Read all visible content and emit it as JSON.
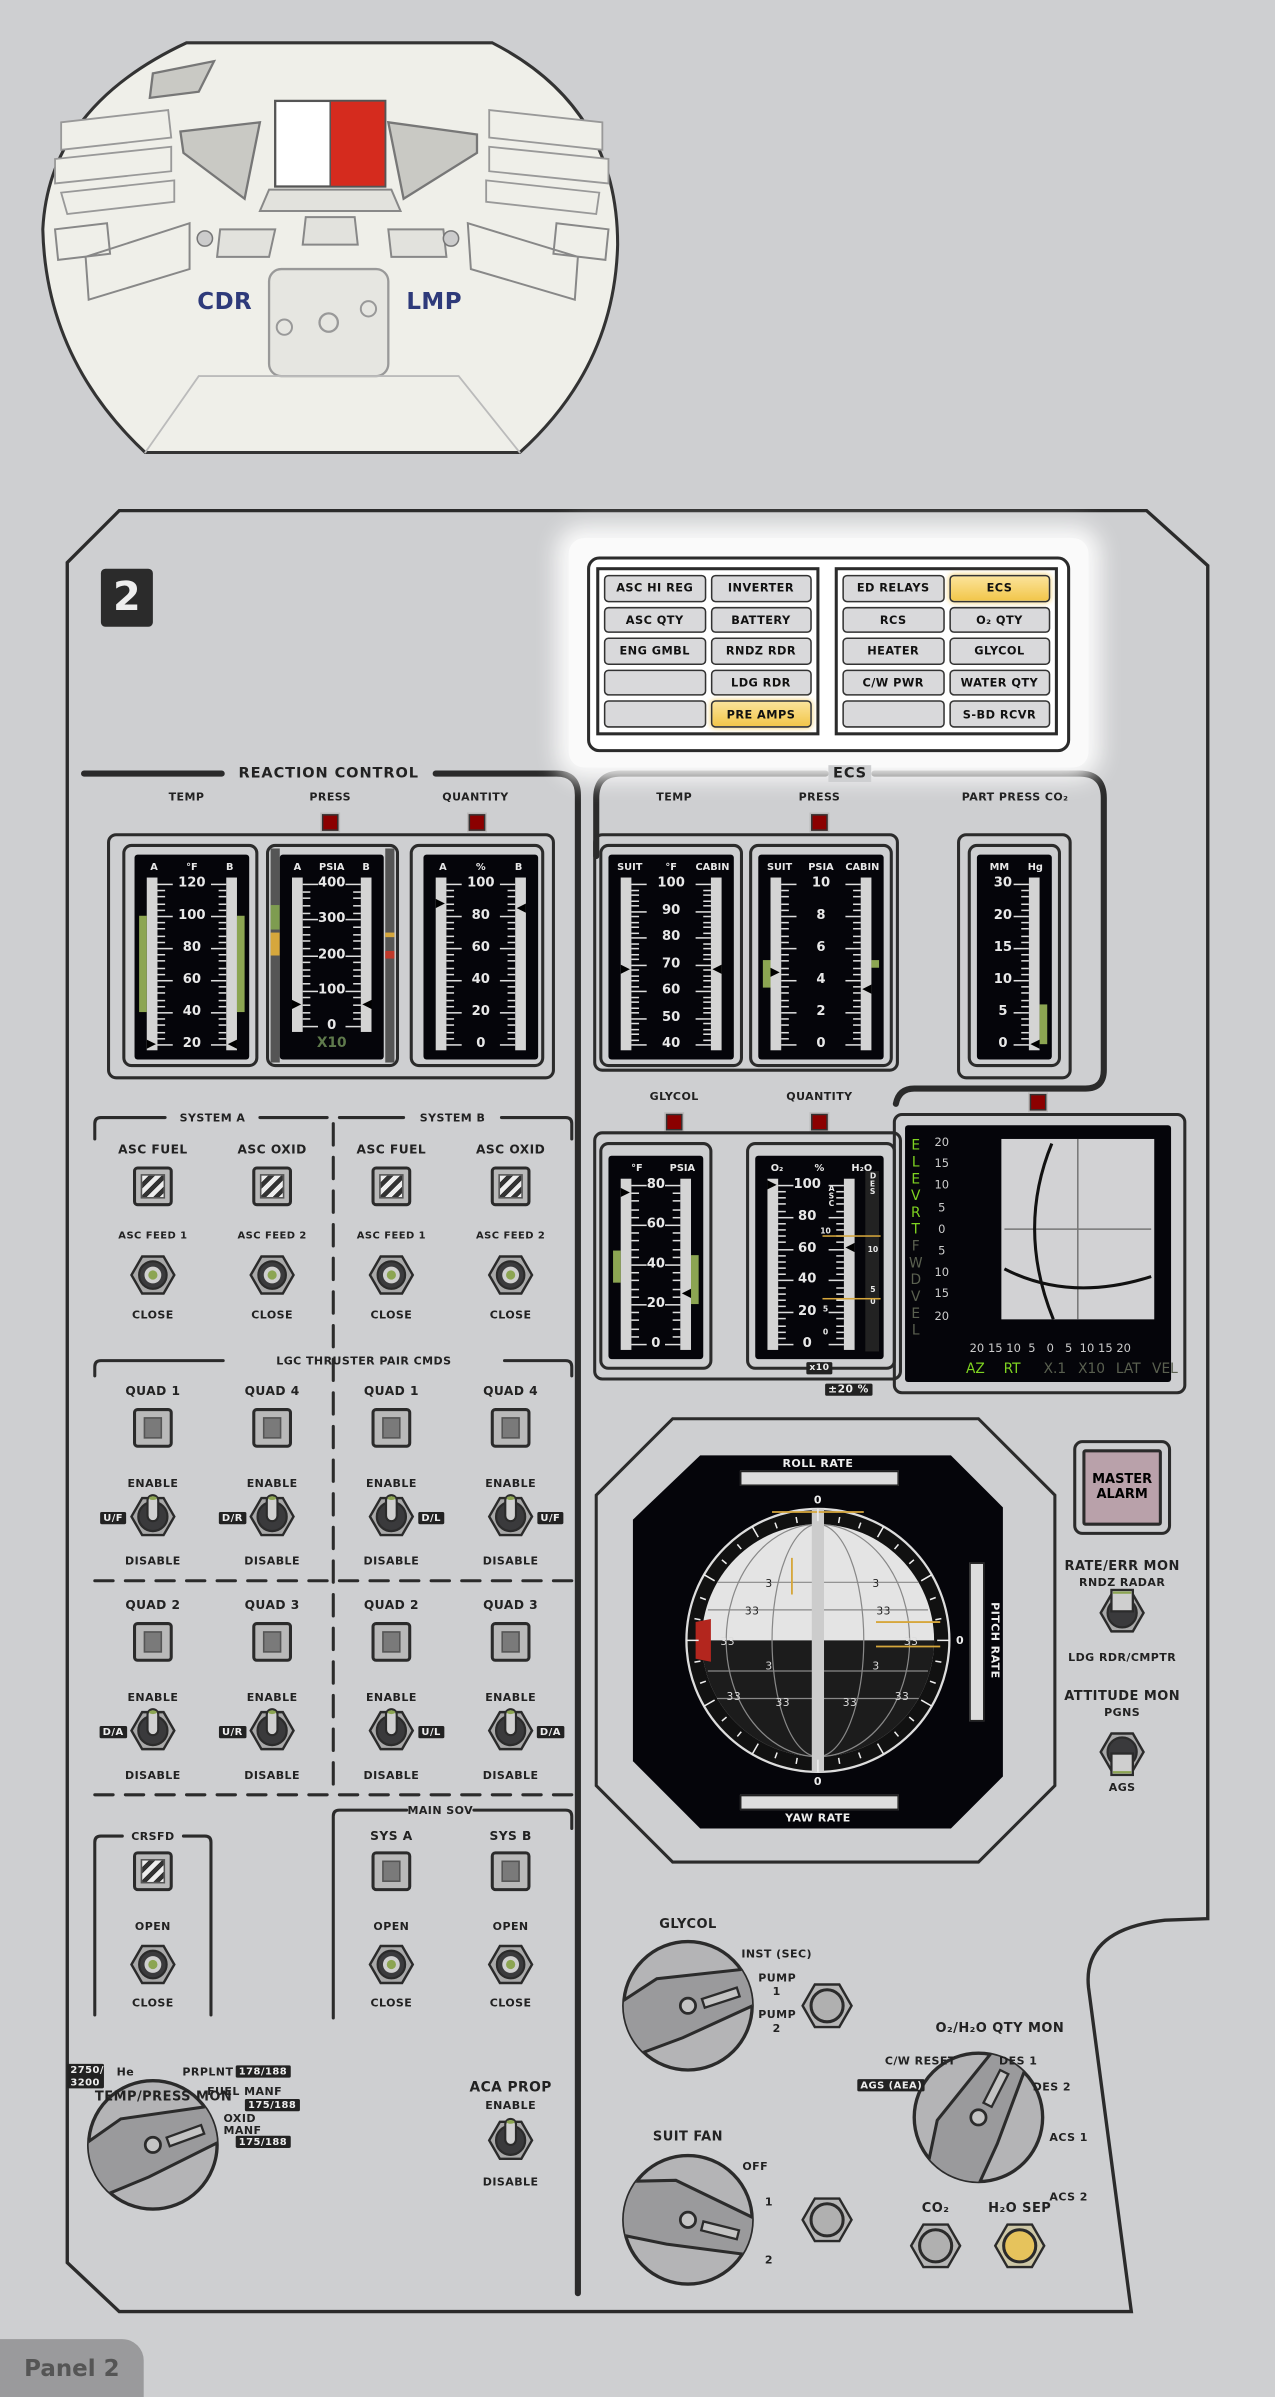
{
  "cockpit": {
    "cdr": "CDR",
    "lmp": "LMP"
  },
  "panel": {
    "number": "2",
    "tab": "Panel 2"
  },
  "colors": {
    "panel": "#cecfd1",
    "line": "#2b2b2b",
    "lit": "#f2c64a",
    "green": "#8ca552",
    "red_light": "#8b0000",
    "cdr_lmp": "#2e3a7a"
  },
  "caution_warning": {
    "left": [
      {
        "label": "ASC HI REG",
        "lit": false
      },
      {
        "label": "INVERTER",
        "lit": false
      },
      {
        "label": "ASC QTY",
        "lit": false
      },
      {
        "label": "BATTERY",
        "lit": false
      },
      {
        "label": "ENG GMBL",
        "lit": false
      },
      {
        "label": "RNDZ RDR",
        "lit": false
      },
      {
        "label": "",
        "lit": false
      },
      {
        "label": "LDG RDR",
        "lit": false
      },
      {
        "label": "",
        "lit": false
      },
      {
        "label": "PRE AMPS",
        "lit": true
      }
    ],
    "right": [
      {
        "label": "ED RELAYS",
        "lit": false
      },
      {
        "label": "ECS",
        "lit": true
      },
      {
        "label": "RCS",
        "lit": false
      },
      {
        "label": "O₂ QTY",
        "lit": false
      },
      {
        "label": "HEATER",
        "lit": false
      },
      {
        "label": "GLYCOL",
        "lit": false
      },
      {
        "label": "C/W PWR",
        "lit": false
      },
      {
        "label": "WATER QTY",
        "lit": false
      },
      {
        "label": "",
        "lit": false
      },
      {
        "label": "S-BD RCVR",
        "lit": false
      }
    ]
  },
  "reaction_control": {
    "title": "REACTION CONTROL",
    "temp": "TEMP",
    "press": "PRESS",
    "quantity": "QUANTITY",
    "gauges": [
      {
        "header": [
          "A",
          "°F",
          "B"
        ],
        "ticks": [
          "120",
          "100",
          "80",
          "60",
          "40",
          "20"
        ],
        "range": [
          20,
          120
        ],
        "left": {
          "pointer": 20,
          "band": [
            40,
            100
          ]
        },
        "right": {
          "pointer": 20,
          "band": [
            40,
            100
          ]
        }
      },
      {
        "header": [
          "A",
          "PSIA",
          "B"
        ],
        "ticks": [
          "400",
          "300",
          "200",
          "100",
          "0"
        ],
        "range": [
          0,
          400
        ],
        "footer": "X10",
        "left": {
          "pointer": 60
        },
        "right": {
          "pointer": 60
        }
      },
      {
        "header": [
          "A",
          "%",
          "B"
        ],
        "ticks": [
          "100",
          "80",
          "60",
          "40",
          "20",
          "0"
        ],
        "range": [
          0,
          100
        ],
        "left": {
          "pointer": 87
        },
        "right": {
          "pointer": 84
        }
      }
    ]
  },
  "ecs": {
    "title": "ECS",
    "temp": "TEMP",
    "press": "PRESS",
    "co2": "PART PRESS CO₂",
    "glycol": "GLYCOL",
    "quantity": "QUANTITY",
    "gauges": [
      {
        "header": [
          "SUIT",
          "°F",
          "CABIN"
        ],
        "ticks": [
          "100",
          "90",
          "80",
          "70",
          "60",
          "50",
          "40"
        ],
        "range": [
          40,
          100
        ],
        "left": {
          "pointer": 68
        },
        "right": {
          "pointer": 68
        }
      },
      {
        "header": [
          "SUIT",
          "PSIA",
          "CABIN"
        ],
        "ticks": [
          "10",
          "8",
          "6",
          "4",
          "2",
          "0"
        ],
        "range": [
          0,
          10
        ],
        "left": {
          "pointer": 4.4,
          "band": [
            3.5,
            5.2
          ]
        },
        "right": {
          "pointer": 3.4,
          "band": [
            4.8,
            5.2
          ]
        }
      },
      {
        "header": [
          "MM",
          "Hg"
        ],
        "ticks": [
          "30",
          "20",
          "15",
          "10",
          "5",
          "0"
        ],
        "range": [
          0,
          30
        ],
        "right": {
          "pointer": 0,
          "band": [
            0,
            7.5
          ]
        }
      },
      {
        "header": [
          "°F",
          "PSIA"
        ],
        "ticks": [
          "80",
          "60",
          "40",
          "20",
          "0"
        ],
        "range": [
          0,
          80
        ],
        "left": {
          "pointer": 76,
          "band": [
            31,
            47
          ]
        },
        "right": {
          "pointer": 25,
          "band": [
            20,
            45
          ]
        }
      },
      {
        "header": [
          "O₂",
          "%",
          "H₂O"
        ],
        "ticks": [
          "100",
          "80",
          "60",
          "40",
          "20",
          "0"
        ],
        "range": [
          0,
          100
        ],
        "footer": "x10",
        "left": {
          "pointer": 100
        },
        "right": {
          "pointer": 60
        },
        "asc": "ASC",
        "des": "DES",
        "asc_scale": [
          "10",
          "5",
          "0"
        ],
        "des_scale": [
          "10",
          "5",
          "0"
        ]
      }
    ],
    "tolerance": "±20 %"
  },
  "cross_pointer": {
    "left_label_active": "ELEV RT",
    "left_label_dim": "FWD VEL",
    "y_ticks": [
      "20",
      "15",
      "10",
      "5",
      "0",
      "5",
      "10",
      "15",
      "20"
    ],
    "x_ticks": [
      "20",
      "15",
      "10",
      "5",
      "0",
      "5",
      "10",
      "15",
      "20"
    ],
    "bottom_active": [
      "AZ",
      "RT"
    ],
    "bottom_dim": [
      "X.1",
      "X10",
      "LAT",
      "VEL"
    ]
  },
  "systems": {
    "system_a": "SYSTEM A",
    "system_b": "SYSTEM B",
    "valves": [
      {
        "label": "ASC FUEL",
        "feed": "ASC FEED 1",
        "close": "CLOSE"
      },
      {
        "label": "ASC OXID",
        "feed": "ASC FEED 2",
        "close": "CLOSE"
      },
      {
        "label": "ASC FUEL",
        "feed": "ASC FEED 1",
        "close": "CLOSE"
      },
      {
        "label": "ASC OXID",
        "feed": "ASC FEED 2",
        "close": "CLOSE"
      }
    ]
  },
  "lgc_thruster": {
    "title": "LGC THRUSTER PAIR CMDS",
    "quads": [
      {
        "label": "QUAD 1",
        "enable": "ENABLE",
        "disable": "DISABLE",
        "tag": "U/F"
      },
      {
        "label": "QUAD 4",
        "enable": "ENABLE",
        "disable": "DISABLE",
        "tag": "D/R"
      },
      {
        "label": "QUAD 1",
        "enable": "ENABLE",
        "disable": "DISABLE",
        "tag": "D/L"
      },
      {
        "label": "QUAD 4",
        "enable": "ENABLE",
        "disable": "DISABLE",
        "tag": "U/F"
      },
      {
        "label": "QUAD 2",
        "enable": "ENABLE",
        "disable": "DISABLE",
        "tag": "D/A"
      },
      {
        "label": "QUAD 3",
        "enable": "ENABLE",
        "disable": "DISABLE",
        "tag": "U/R"
      },
      {
        "label": "QUAD 2",
        "enable": "ENABLE",
        "disable": "DISABLE",
        "tag": "U/L"
      },
      {
        "label": "QUAD 3",
        "enable": "ENABLE",
        "disable": "DISABLE",
        "tag": "D/A"
      }
    ]
  },
  "crossfeed": {
    "title": "CRSFD",
    "open": "OPEN",
    "close": "CLOSE"
  },
  "main_sov": {
    "title": "MAIN SOV",
    "systems": [
      {
        "label": "SYS A",
        "open": "OPEN",
        "close": "CLOSE"
      },
      {
        "label": "SYS B",
        "open": "OPEN",
        "close": "CLOSE"
      }
    ]
  },
  "temp_press_mon": {
    "title": "TEMP/PRESS MON",
    "he": "He",
    "he_tag": "2750/ 3200",
    "prplnt": "PRPLNT",
    "prplnt_tag": "178/188",
    "fuel_manf": "FUEL MANF",
    "fuel_tag": "175/188",
    "oxid_manf": "OXID MANF",
    "oxid_tag": "175/188",
    "selected": "OXID MANF"
  },
  "aca_prop": {
    "title": "ACA PROP",
    "enable": "ENABLE",
    "disable": "DISABLE",
    "state": "ENABLE"
  },
  "glycol_switch": {
    "title": "GLYCOL",
    "positions": [
      "INST (SEC)",
      "PUMP 1",
      "PUMP 2"
    ],
    "selected": "PUMP 1"
  },
  "suit_fan": {
    "title": "SUIT FAN",
    "positions": [
      "OFF",
      "1",
      "2"
    ],
    "selected": "2"
  },
  "o2_h2o_qty_mon": {
    "title": "O₂/H₂O QTY MON",
    "positions": [
      "C/W RESET",
      "DES 1",
      "DES 2",
      "ACS 1",
      "ACS 2"
    ],
    "tag": "AGS (AEA)",
    "selected": "DES 2"
  },
  "co2": {
    "label": "CO₂"
  },
  "h2o_sep": {
    "label": "H₂O SEP"
  },
  "master_alarm": {
    "line1": "MASTER",
    "line2": "ALARM"
  },
  "rate_err_mon": {
    "title": "RATE/ERR MON",
    "up": "RNDZ RADAR",
    "down": "LDG RDR/CMPTR",
    "state": "RNDZ RADAR"
  },
  "attitude_mon": {
    "title": "ATTITUDE MON",
    "up": "PGNS",
    "down": "AGS",
    "state": "AGS"
  },
  "fdai": {
    "roll_rate": "ROLL RATE",
    "pitch_rate": "PITCH RATE",
    "yaw_rate": "YAW RATE",
    "zero": "0",
    "ball_marks": [
      "3",
      "3",
      "33",
      "33",
      "3",
      "3",
      "33",
      "33",
      "33",
      "33",
      "33",
      "33"
    ]
  }
}
